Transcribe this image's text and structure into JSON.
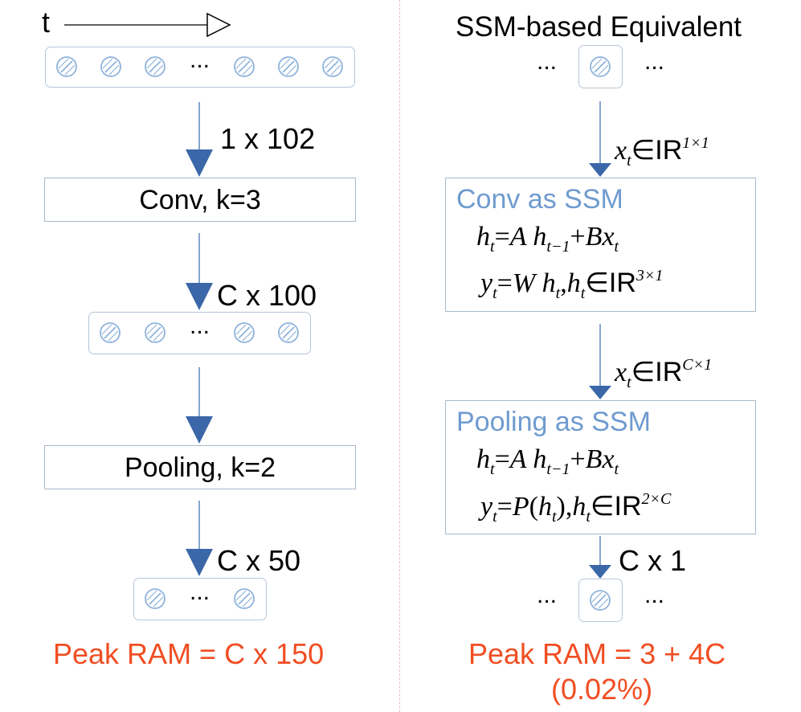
{
  "left": {
    "time_label": "t",
    "input_shape": "1 x 102",
    "conv_label": "Conv, k=3",
    "conv_output_shape": "C x 100",
    "pool_label": "Pooling, k=2",
    "pool_output_shape": "C x 50",
    "peak_ram": "Peak RAM = C x 150",
    "ellipsis": "..."
  },
  "right": {
    "title": "SSM-based Equivalent",
    "ellipsis": "...",
    "conv_title": "Conv as SSM",
    "pool_title": "Pooling as SSM",
    "output_shape": "C x 1",
    "peak_ram": "Peak RAM = 3 + 4C",
    "peak_ram_pct": "(0.02%)",
    "x_in_1": {
      "var": "x",
      "sub": "t",
      "set": "IR",
      "dim": "1×1"
    },
    "x_in_2": {
      "var": "x",
      "sub": "t",
      "set": "IR",
      "dim": "C×1"
    },
    "conv_eq1": {
      "h": "h",
      "t": "t",
      "A": "A",
      "tm1": "t−1",
      "B": "B",
      "x": "x"
    },
    "conv_eq2": {
      "y": "y",
      "W": "W",
      "set": "IR",
      "dim": "3×1"
    },
    "pool_eq1": {
      "h": "h",
      "t": "t",
      "A": "A",
      "tm1": "t−1",
      "B": "B",
      "x": "x"
    },
    "pool_eq2": {
      "y": "y",
      "P": "P",
      "set": "IR",
      "dim": "2×C"
    }
  },
  "colors": {
    "arrow": "#3b67a8",
    "ssm_title": "#6f9bd0",
    "peak_ram": "#f04e23",
    "divider": "#f2b8b8"
  },
  "icons": {
    "cell": "hatched-circle-icon",
    "time_arrow": "open-triangle-arrow-icon",
    "flow_arrow": "filled-triangle-arrow-icon"
  }
}
